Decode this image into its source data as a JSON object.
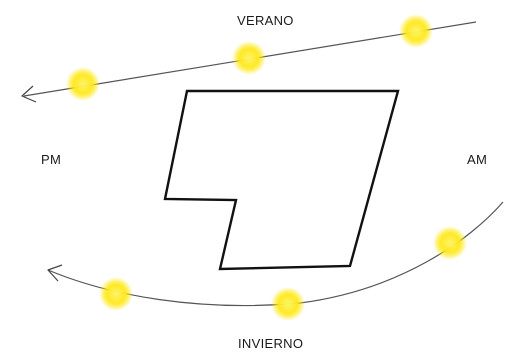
{
  "labels": {
    "summer": "VERANO",
    "winter": "INVIERNO",
    "pm": "PM",
    "am": "AM"
  },
  "colors": {
    "sun_core": "#fff14d",
    "sun_glow": "#ffe900",
    "line": "#555555",
    "outline": "#111111",
    "background": "#ffffff"
  },
  "icons": {
    "sun": "sun-icon",
    "arrow": "arrow-head-icon"
  }
}
